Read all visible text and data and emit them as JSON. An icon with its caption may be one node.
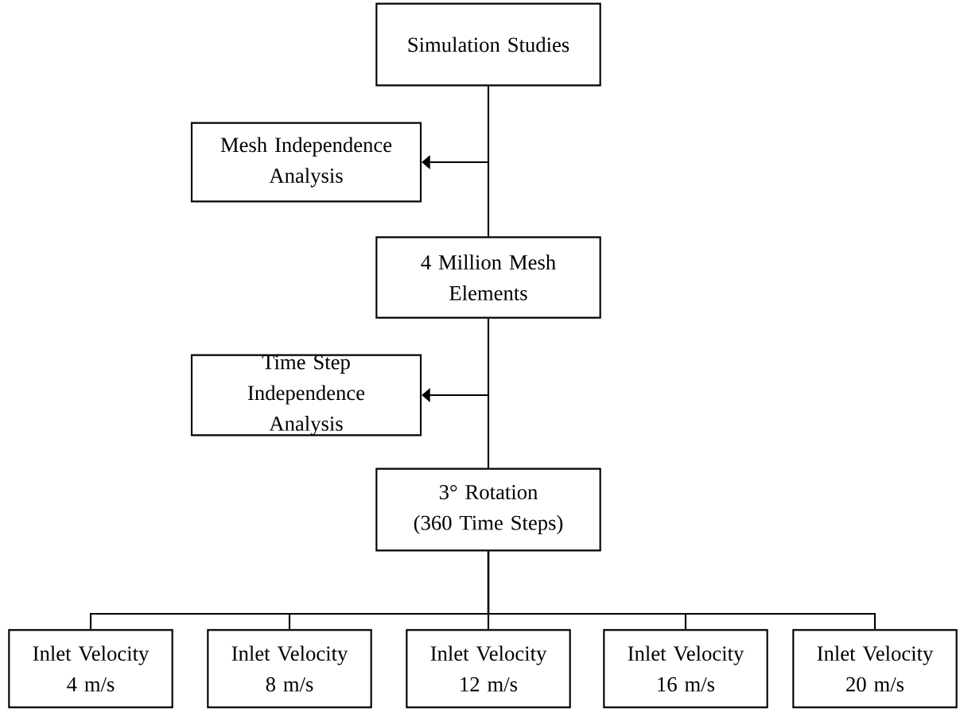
{
  "diagram": {
    "nodes": [
      {
        "text": [
          "Simulation Studies"
        ]
      },
      {
        "text": [
          "Mesh Independence Analysis"
        ]
      },
      {
        "text": [
          "4 Million Mesh Elements"
        ]
      },
      {
        "text": [
          "Time Step Independence Analysis"
        ]
      },
      {
        "text": [
          "3° Rotation",
          "(360 Time Steps)"
        ]
      },
      {
        "text": [
          "Inlet Velocity 4 m/s"
        ]
      },
      {
        "text": [
          "Inlet Velocity 8 m/s"
        ]
      },
      {
        "text": [
          "Inlet Velocity 12 m/s"
        ]
      },
      {
        "text": [
          "Inlet Velocity 16 m/s"
        ]
      },
      {
        "text": [
          "Inlet Velocity 20 m/s"
        ]
      }
    ],
    "edges": [
      {
        "from": 0,
        "to": 2,
        "arrow": "none"
      },
      {
        "from": null,
        "to": 1,
        "arrow": "to"
      },
      {
        "from": 2,
        "to": 4,
        "arrow": "none"
      },
      {
        "from": null,
        "to": 3,
        "arrow": "to"
      },
      {
        "from": 4,
        "to": 5,
        "arrow": "none"
      },
      {
        "from": 4,
        "to": 6,
        "arrow": "none"
      },
      {
        "from": 4,
        "to": 7,
        "arrow": "none"
      },
      {
        "from": 4,
        "to": 8,
        "arrow": "none"
      },
      {
        "from": 4,
        "to": 9,
        "arrow": "none"
      }
    ]
  }
}
